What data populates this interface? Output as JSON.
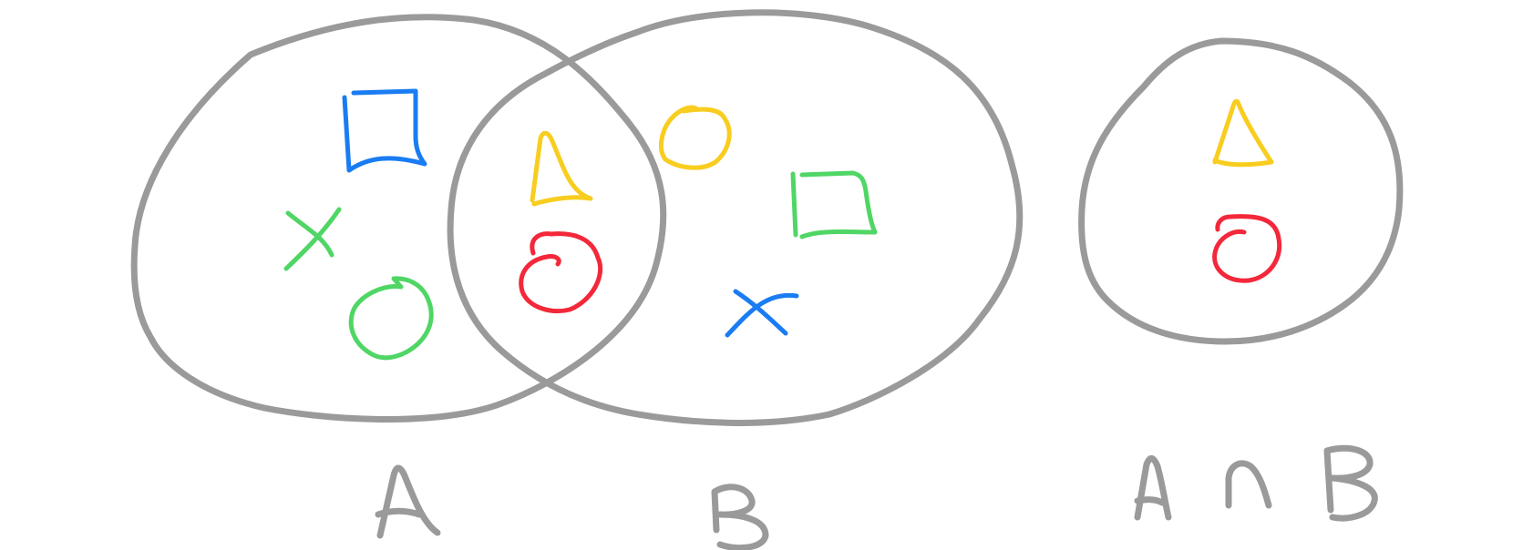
{
  "colors": {
    "outline": "#9a9a9a",
    "blue": "#1a7cf2",
    "yellow": "#f8cd1f",
    "green": "#4fd665",
    "red": "#f3283a"
  },
  "sets": [
    {
      "label": "A",
      "members": [
        {
          "shape": "square",
          "color": "blue"
        },
        {
          "shape": "cross",
          "color": "green"
        },
        {
          "shape": "circle",
          "color": "green"
        },
        {
          "shape": "triangle",
          "color": "yellow"
        },
        {
          "shape": "circle",
          "color": "red"
        }
      ]
    },
    {
      "label": "B",
      "members": [
        {
          "shape": "triangle",
          "color": "yellow"
        },
        {
          "shape": "circle",
          "color": "red"
        },
        {
          "shape": "circle",
          "color": "yellow"
        },
        {
          "shape": "square",
          "color": "green"
        },
        {
          "shape": "cross",
          "color": "blue"
        }
      ]
    }
  ],
  "intersection": {
    "label": "A ∩ B",
    "members": [
      {
        "shape": "triangle",
        "color": "yellow"
      },
      {
        "shape": "circle",
        "color": "red"
      }
    ]
  }
}
